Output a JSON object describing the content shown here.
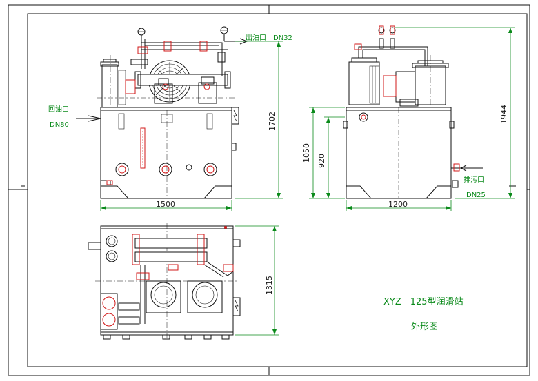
{
  "title": "XYZ—125型润滑站",
  "subtitle": "外形图",
  "labels": {
    "outlet": "出油口",
    "outlet_dn": "DN32",
    "return": "回油口",
    "return_dn": "DN80",
    "drain": "排污口",
    "drain_dn": "DN25"
  },
  "dimensions": {
    "front_width": "1500",
    "front_height": "1702",
    "side_width": "1200",
    "side_total_height": "1944",
    "side_tank_height": "1050",
    "side_mid_height": "920",
    "top_depth": "1315"
  },
  "colors": {
    "line": "#111111",
    "dimension": "#0a8a1a",
    "accent": "#d21a1a"
  }
}
